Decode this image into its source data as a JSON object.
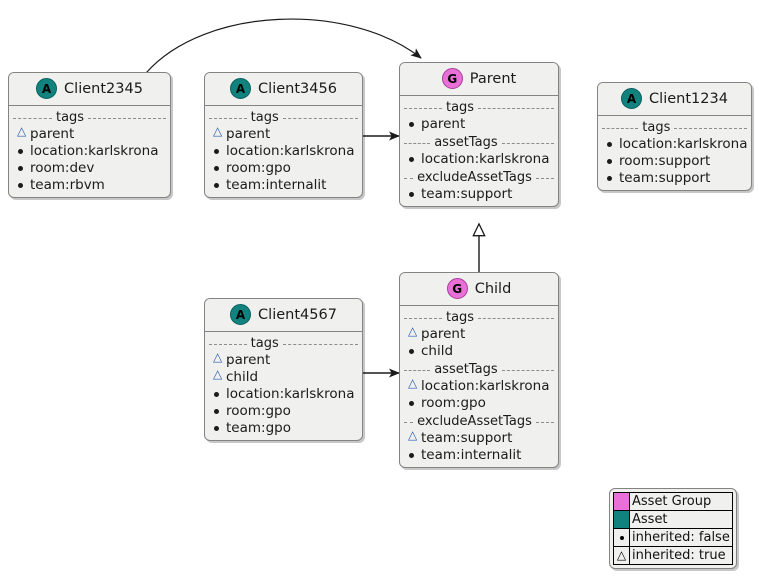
{
  "diagram": {
    "type": "uml-class-diagram",
    "background": "#ffffff",
    "colors": {
      "asset_group": "#e870d7",
      "asset": "#11837f",
      "node_fill": "#f0f0ef",
      "node_border": "#838383",
      "inherited_marker": "#2a5db0",
      "edge": "#1b1b1b"
    }
  },
  "nodes": [
    {
      "id": "client2345",
      "kind": "Asset",
      "stereotype_letter": "A",
      "title": "Client2345",
      "sections": [
        {
          "caption": "tags",
          "items": [
            {
              "marker": "tri",
              "label": "parent"
            },
            {
              "marker": "dot",
              "label": "location:karlskrona"
            },
            {
              "marker": "dot",
              "label": "room:dev"
            },
            {
              "marker": "dot",
              "label": "team:rbvm"
            }
          ]
        }
      ]
    },
    {
      "id": "client3456",
      "kind": "Asset",
      "stereotype_letter": "A",
      "title": "Client3456",
      "sections": [
        {
          "caption": "tags",
          "items": [
            {
              "marker": "tri",
              "label": "parent"
            },
            {
              "marker": "dot",
              "label": "location:karlskrona"
            },
            {
              "marker": "dot",
              "label": "room:gpo"
            },
            {
              "marker": "dot",
              "label": "team:internalit"
            }
          ]
        }
      ]
    },
    {
      "id": "parent",
      "kind": "Asset Group",
      "stereotype_letter": "G",
      "title": "Parent",
      "sections": [
        {
          "caption": "tags",
          "items": [
            {
              "marker": "dot",
              "label": "parent"
            }
          ]
        },
        {
          "caption": "assetTags",
          "items": [
            {
              "marker": "dot",
              "label": "location:karlskrona"
            }
          ]
        },
        {
          "caption": "excludeAssetTags",
          "items": [
            {
              "marker": "dot",
              "label": "team:support"
            }
          ]
        }
      ]
    },
    {
      "id": "client1234",
      "kind": "Asset",
      "stereotype_letter": "A",
      "title": "Client1234",
      "sections": [
        {
          "caption": "tags",
          "items": [
            {
              "marker": "dot",
              "label": "location:karlskrona"
            },
            {
              "marker": "dot",
              "label": "room:support"
            },
            {
              "marker": "dot",
              "label": "team:support"
            }
          ]
        }
      ]
    },
    {
      "id": "client4567",
      "kind": "Asset",
      "stereotype_letter": "A",
      "title": "Client4567",
      "sections": [
        {
          "caption": "tags",
          "items": [
            {
              "marker": "tri",
              "label": "parent"
            },
            {
              "marker": "tri",
              "label": "child"
            },
            {
              "marker": "dot",
              "label": "location:karlskrona"
            },
            {
              "marker": "dot",
              "label": "room:gpo"
            },
            {
              "marker": "dot",
              "label": "team:gpo"
            }
          ]
        }
      ]
    },
    {
      "id": "child",
      "kind": "Asset Group",
      "stereotype_letter": "G",
      "title": "Child",
      "sections": [
        {
          "caption": "tags",
          "items": [
            {
              "marker": "tri",
              "label": "parent"
            },
            {
              "marker": "dot",
              "label": "child"
            }
          ]
        },
        {
          "caption": "assetTags",
          "items": [
            {
              "marker": "tri",
              "label": "location:karlskrona"
            },
            {
              "marker": "dot",
              "label": "room:gpo"
            }
          ]
        },
        {
          "caption": "excludeAssetTags",
          "items": [
            {
              "marker": "tri",
              "label": "team:support"
            },
            {
              "marker": "dot",
              "label": "team:internalit"
            }
          ]
        }
      ]
    }
  ],
  "edges": [
    {
      "id": "e1",
      "from": "client2345",
      "to": "parent",
      "style": "curved-arrow",
      "arrow": "solid"
    },
    {
      "id": "e2",
      "from": "client3456",
      "to": "parent",
      "style": "straight-arrow",
      "arrow": "solid"
    },
    {
      "id": "e3",
      "from": "child",
      "to": "parent",
      "style": "generalization",
      "arrow": "hollow-triangle"
    },
    {
      "id": "e4",
      "from": "client4567",
      "to": "child",
      "style": "straight-arrow",
      "arrow": "solid"
    }
  ],
  "legend": {
    "rows": [
      {
        "key": "swatch-pink",
        "label": "Asset Group"
      },
      {
        "key": "swatch-teal",
        "label": "Asset"
      },
      {
        "key": "dot",
        "label": "inherited: false"
      },
      {
        "key": "tri",
        "label": "inherited: true"
      }
    ]
  }
}
